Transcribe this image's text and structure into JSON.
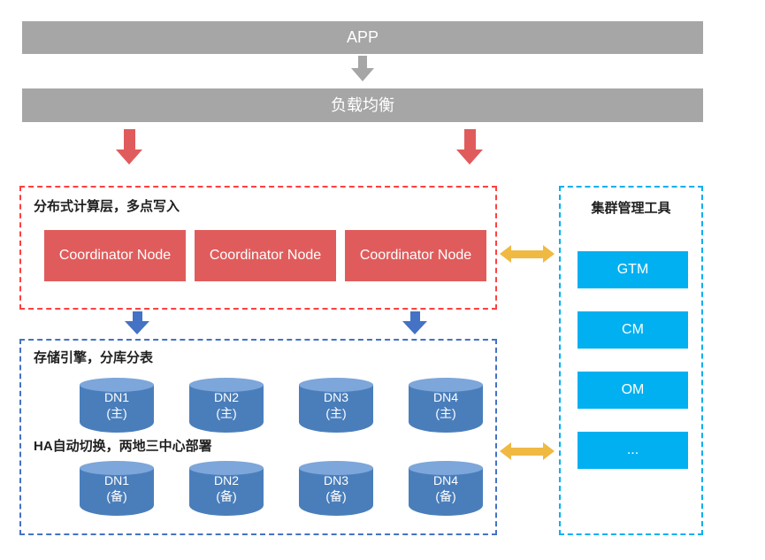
{
  "diagram": {
    "app_bar": "APP",
    "lb_bar": "负载均衡",
    "compute_layer": {
      "title": "分布式计算层，多点写入",
      "nodes": [
        "Coordinator Node",
        "Coordinator Node",
        "Coordinator Node"
      ]
    },
    "storage_layer": {
      "title": "存储引擎，分库分表",
      "ha_label": "HA自动切换，两地三中心部署",
      "primary_nodes": [
        "DN1\n(主)",
        "DN2\n(主)",
        "DN3\n(主)",
        "DN4\n(主)"
      ],
      "standby_nodes": [
        "DN1\n(备)",
        "DN2\n(备)",
        "DN3\n(备)",
        "DN4\n(备)"
      ]
    },
    "management": {
      "title": "集群管理工具",
      "tools": [
        "GTM",
        "CM",
        "OM",
        "..."
      ]
    },
    "colors": {
      "gray": "#a6a6a6",
      "red": "#e05c5c",
      "red_arrow": "#e05c5c",
      "red_border": "#ff4040",
      "blue": "#4472c4",
      "cylinder": "#4a7ebb",
      "cylinder_top": "#7da6da",
      "cyan": "#00b0f0",
      "yellow": "#f0b942"
    }
  }
}
